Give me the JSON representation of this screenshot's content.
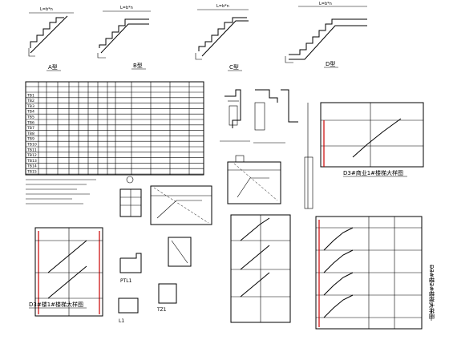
{
  "stair_types": [
    {
      "label": "A型"
    },
    {
      "label": "B型"
    },
    {
      "label": "C型"
    },
    {
      "label": "D型"
    }
  ],
  "table": {
    "row_ids": [
      "TB1",
      "TB2",
      "TB3",
      "TB4",
      "TB5",
      "TB6",
      "TB7",
      "TB8",
      "TB9",
      "TB10",
      "TB11",
      "TB12",
      "TB13",
      "TB14",
      "TB15"
    ],
    "dim_texts": [
      "L=b*n",
      "L=b*n",
      "L=b*n",
      "L=b*n"
    ]
  },
  "section_titles": {
    "d3_left": "D3#楼1#楼梯大样图",
    "d3_business": "D3#商业1#楼梯大样图",
    "d3_right": "D3#楼2#楼梯大样图"
  },
  "detail_labels": {
    "pl1": "PTL1",
    "tz1": "TZ1",
    "l1": "L1"
  },
  "colors": {
    "line": "#000000",
    "accent": "#cc0000"
  }
}
